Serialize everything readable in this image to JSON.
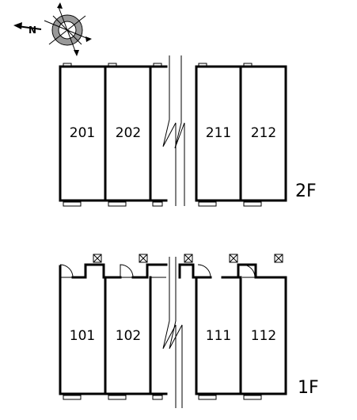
{
  "compass": {
    "north_letter": "N",
    "icon": "compass-rose-icon"
  },
  "floors": [
    {
      "label": "2F",
      "rooms": [
        {
          "number": "201"
        },
        {
          "number": "202"
        },
        {
          "number": "211"
        },
        {
          "number": "212"
        }
      ]
    },
    {
      "label": "1F",
      "rooms": [
        {
          "number": "101"
        },
        {
          "number": "102"
        },
        {
          "number": "111"
        },
        {
          "number": "112"
        }
      ]
    }
  ]
}
